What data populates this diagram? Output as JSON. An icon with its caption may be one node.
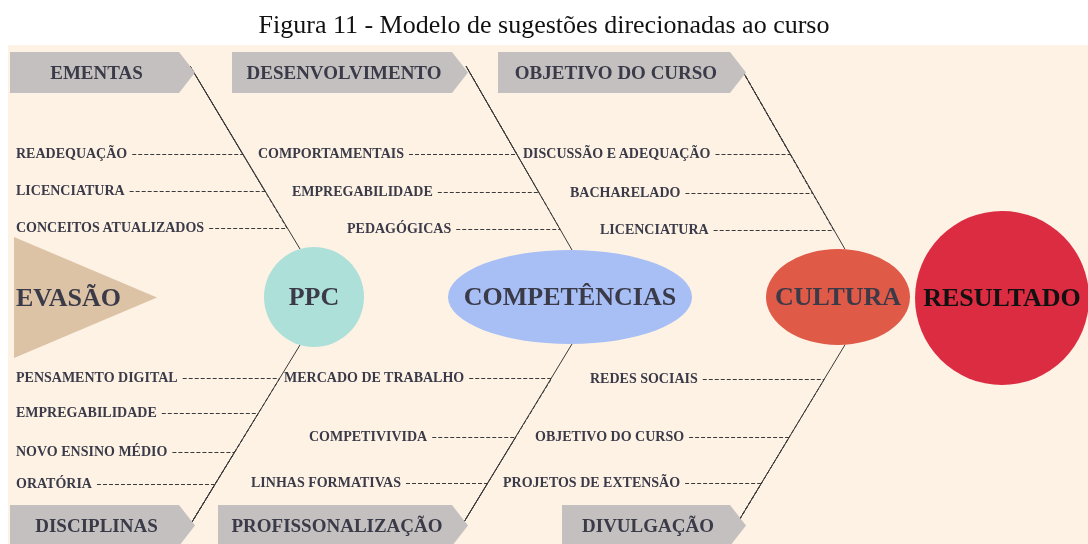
{
  "diagram": {
    "title": "Figura 11 - Modelo de sugestões direcionadas ao curso",
    "nodes": [
      {
        "text": [
          "EMENTAS"
        ]
      },
      {
        "text": [
          "DESENVOLVIMENTO"
        ]
      },
      {
        "text": [
          "OBJETIVO DO CURSO"
        ]
      },
      {
        "text": [
          "READEQUAÇÃO"
        ]
      },
      {
        "text": [
          "COMPORTAMENTAIS"
        ]
      },
      {
        "text": [
          "DISCUSSÃO E ADEQUAÇÃO"
        ]
      },
      {
        "text": [
          "LICENCIATURA"
        ]
      },
      {
        "text": [
          "EMPREGABILIDADE"
        ]
      },
      {
        "text": [
          "BACHARELADO"
        ]
      },
      {
        "text": [
          "CONCEITOS ATUALIZADOS"
        ]
      },
      {
        "text": [
          "PEDAGÓGICAS"
        ]
      },
      {
        "text": [
          "LICENCIATURA"
        ]
      },
      {
        "text": [
          "EVASÃO"
        ]
      },
      {
        "text": [
          "PPC"
        ]
      },
      {
        "text": [
          "COMPETÊNCIAS"
        ]
      },
      {
        "text": [
          "CULTURA"
        ]
      },
      {
        "text": [
          "RESULTADO"
        ]
      },
      {
        "text": [
          "PENSAMENTO DIGITAL"
        ]
      },
      {
        "text": [
          "MERCADO DE TRABALHO"
        ]
      },
      {
        "text": [
          "REDES SOCIAIS"
        ]
      },
      {
        "text": [
          "EMPREGABILIDADE"
        ]
      },
      {
        "text": [
          "COMPETIVIVIDA"
        ]
      },
      {
        "text": [
          "OBJETIVO DO CURSO"
        ]
      },
      {
        "text": [
          "NOVO ENSINO MÉDIO"
        ]
      },
      {
        "text": [
          "ORATÓRIA"
        ]
      },
      {
        "text": [
          "LINHAS FORMATIVAS"
        ]
      },
      {
        "text": [
          "PROJETOS DE EXTENSÃO"
        ]
      },
      {
        "text": [
          "DISCIPLINAS"
        ]
      },
      {
        "text": [
          "PROFISSONALIZAÇÃO"
        ]
      },
      {
        "text": [
          "DIVULGAÇÃO"
        ]
      }
    ],
    "edges": [
      {
        "from": 0,
        "to": 13,
        "arrow": "none"
      },
      {
        "from": 1,
        "to": 14,
        "arrow": "none"
      },
      {
        "from": 2,
        "to": 15,
        "arrow": "none"
      },
      {
        "from": 27,
        "to": 13,
        "arrow": "none"
      },
      {
        "from": 28,
        "to": 14,
        "arrow": "none"
      },
      {
        "from": 29,
        "to": 15,
        "arrow": "none"
      },
      {
        "from": 3,
        "to": 0,
        "arrow": "none",
        "style": "dashed"
      },
      {
        "from": 4,
        "to": 1,
        "arrow": "none",
        "style": "dashed"
      },
      {
        "from": 5,
        "to": 2,
        "arrow": "none",
        "style": "dashed"
      },
      {
        "from": 6,
        "to": 0,
        "arrow": "none",
        "style": "dashed"
      },
      {
        "from": 7,
        "to": 1,
        "arrow": "none",
        "style": "dashed"
      },
      {
        "from": 8,
        "to": 2,
        "arrow": "none",
        "style": "dashed"
      },
      {
        "from": 9,
        "to": 0,
        "arrow": "none",
        "style": "dashed"
      },
      {
        "from": 10,
        "to": 1,
        "arrow": "none",
        "style": "dashed"
      },
      {
        "from": 11,
        "to": 2,
        "arrow": "none",
        "style": "dashed"
      },
      {
        "from": 17,
        "to": 27,
        "arrow": "none",
        "style": "dashed"
      },
      {
        "from": 18,
        "to": 28,
        "arrow": "none",
        "style": "dashed"
      },
      {
        "from": 19,
        "to": 29,
        "arrow": "none",
        "style": "dashed"
      },
      {
        "from": 20,
        "to": 27,
        "arrow": "none",
        "style": "dashed"
      },
      {
        "from": 21,
        "to": 28,
        "arrow": "none",
        "style": "dashed"
      },
      {
        "from": 22,
        "to": 29,
        "arrow": "none",
        "style": "dashed"
      },
      {
        "from": 23,
        "to": 27,
        "arrow": "none",
        "style": "dashed"
      },
      {
        "from": 24,
        "to": 27,
        "arrow": "none",
        "style": "dashed"
      },
      {
        "from": 25,
        "to": 28,
        "arrow": "none",
        "style": "dashed"
      },
      {
        "from": 26,
        "to": 29,
        "arrow": "none",
        "style": "dashed"
      }
    ]
  }
}
